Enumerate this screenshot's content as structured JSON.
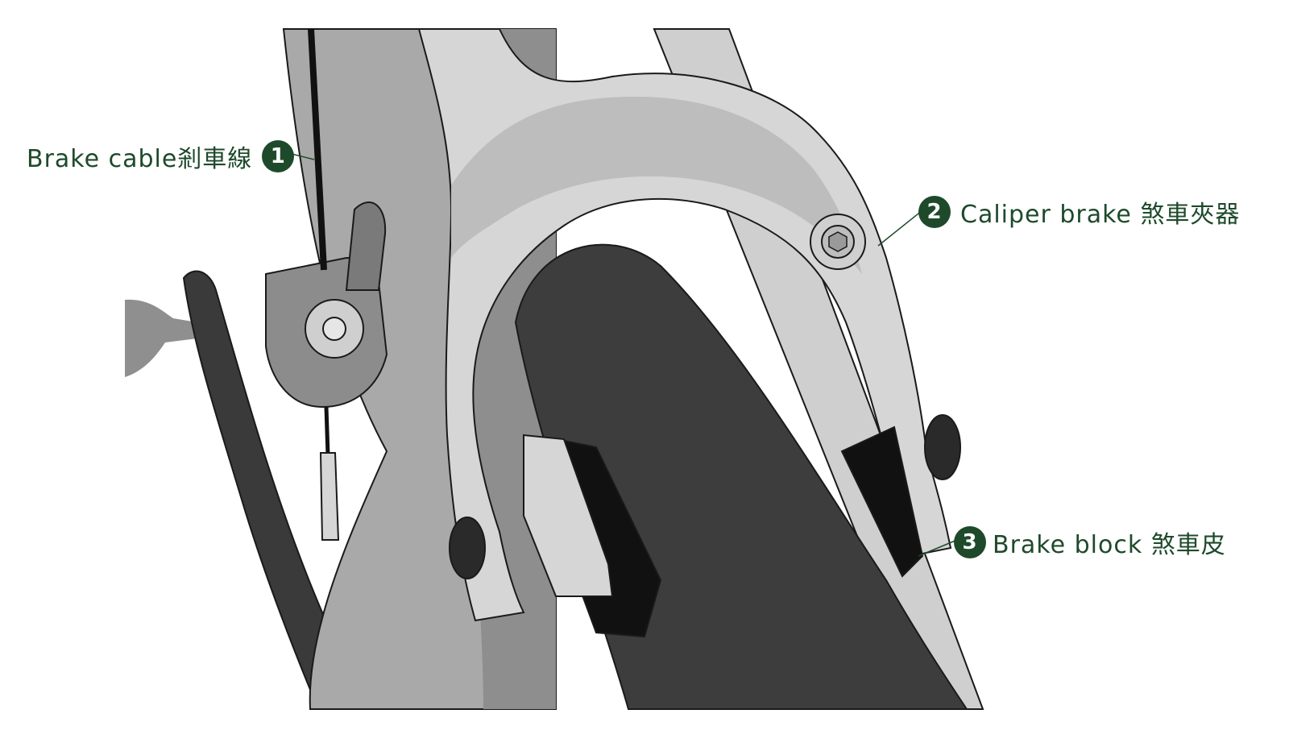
{
  "diagram": {
    "colors": {
      "accent": "#1e4a2b",
      "label_text": "#1e4a2b",
      "frame_light": "#d6d6d6",
      "frame_mid": "#a9a9a9",
      "frame_dark": "#4a4a4a",
      "tire": "#3d3d3d",
      "pad": "#111111",
      "outline": "#1a1a1a"
    },
    "labels": [
      {
        "number": "1",
        "text": "Brake cable剎車線"
      },
      {
        "number": "2",
        "text": "Caliper brake 煞車夾器"
      },
      {
        "number": "3",
        "text": "Brake block 煞車皮"
      }
    ]
  }
}
